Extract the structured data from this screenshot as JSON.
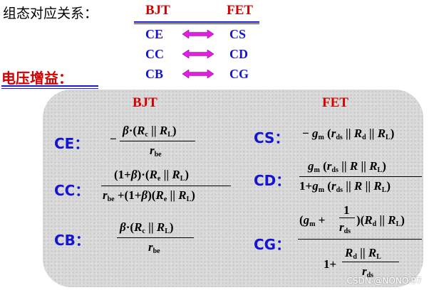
{
  "header": {
    "title": "组态对应关系：",
    "bjt": "BJT",
    "fet": "FET"
  },
  "mapping": [
    {
      "bjt": "CE",
      "fet": "CS"
    },
    {
      "bjt": "CC",
      "fet": "CD"
    },
    {
      "bjt": "CB",
      "fet": "CG"
    }
  ],
  "gain_title": "电压增益：",
  "table": {
    "bjt_header": "BJT",
    "fet_header": "FET",
    "bjt_rows": [
      {
        "label": "CE：",
        "minus": "−",
        "num": "β·(Rc || RL)",
        "den": "rbe"
      },
      {
        "label": "CC：",
        "num": "(1+β)·(Re || RL)",
        "den": "rbe+(1+β)(Re || RL)"
      },
      {
        "label": "CB：",
        "num": "β·(Rc || RL)",
        "den": "rbe"
      }
    ],
    "fet_rows": [
      {
        "label": "CS：",
        "expr": "−gm(rds || Rd || RL)"
      },
      {
        "label": "CD：",
        "num": "gm(rds || R || RL)",
        "den": "1+gm(rds || R || RL)"
      },
      {
        "label": "CG：",
        "num": "(gm+1/rds)(Rd || RL)",
        "den": "1+(Rd || RL)/rds"
      }
    ]
  },
  "colors": {
    "blue": "#1414d2",
    "red": "#d40000",
    "panel": "#d9d9d9"
  },
  "watermark": "CSDN @NONO.97"
}
